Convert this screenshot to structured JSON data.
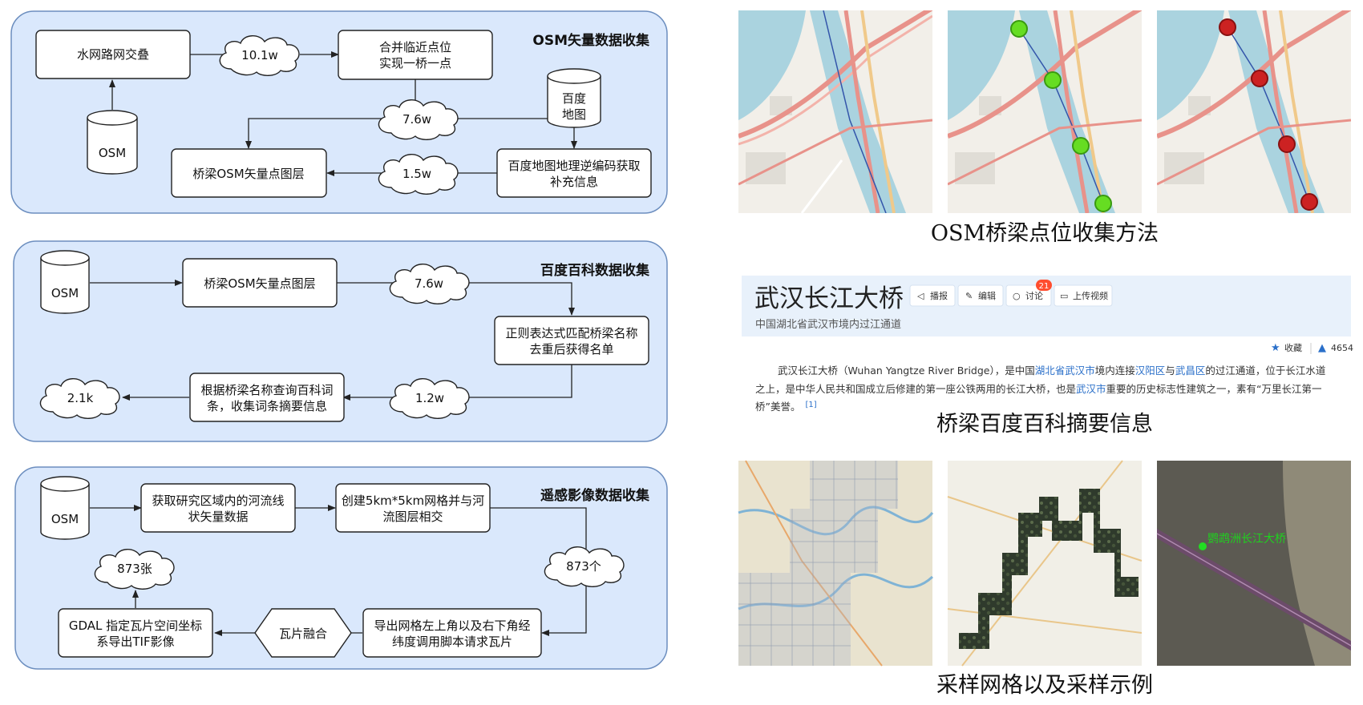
{
  "panels": {
    "osm": {
      "title": "OSM矢量数据收集",
      "n_overlay": "水网路网交叠",
      "c_10w": "10.1w",
      "n_merge_1": "合并临近点位",
      "n_merge_2": "实现一桥一点",
      "db_osm": "OSM",
      "db_baidu_1": "百度",
      "db_baidu_2": "地图",
      "c_76w": "7.6w",
      "n_layer": "桥梁OSM矢量点图层",
      "c_15w": "1.5w",
      "n_geocode_1": "百度地图地理逆编码获取",
      "n_geocode_2": "补充信息"
    },
    "baike": {
      "title": "百度百科数据收集",
      "db_osm": "OSM",
      "n_layer": "桥梁OSM矢量点图层",
      "c_76w": "7.6w",
      "n_regex_1": "正则表达式匹配桥梁名称",
      "n_regex_2": "去重后获得名单",
      "c_21k": "2.1k",
      "n_query_1": "根据桥梁名称查询百科词",
      "n_query_2": "条，收集词条摘要信息",
      "c_12w": "1.2w"
    },
    "rs": {
      "title": "遥感影像数据收集",
      "db_osm": "OSM",
      "n_river_1": "获取研究区域内的河流线",
      "n_river_2": "状矢量数据",
      "n_grid_1": "创建5km*5km网格并与河",
      "n_grid_2": "流图层相交",
      "c_873zhang": "873张",
      "c_873ge": "873个",
      "n_gdal_1": "GDAL 指定瓦片空间坐标",
      "n_gdal_2": "系导出TIF影像",
      "n_fuse": "瓦片融合",
      "n_export_1": "导出网格左上角以及右下角经",
      "n_export_2": "纬度调用脚本请求瓦片"
    }
  },
  "right": {
    "caption_osm": "OSM桥梁点位收集方法",
    "caption_baike": "桥梁百度百科摘要信息",
    "caption_grid": "采样网格以及采样示例",
    "baike": {
      "title": "武汉长江大桥",
      "btn_report": "播报",
      "btn_edit": "编辑",
      "btn_discuss": "讨论",
      "discuss_count": "21",
      "btn_upload": "上传视频",
      "subtitle": "中国湖北省武汉市境内过江通道",
      "collect": "收藏",
      "likes": "4654",
      "p1_a": "武汉长江大桥（Wuhan Yangtze River Bridge），是中国",
      "p1_link1": "湖北省",
      "p1_link2": "武汉市",
      "p1_b": "境内连接",
      "p1_link3": "汉阳区",
      "p1_c": "与",
      "p1_link4": "武昌区",
      "p1_d": "的过江通道，位于长江水道",
      "p2_a": "之上，是中华人民共和国成立后修建的第一座公铁两用的长江大桥，也是",
      "p2_link": "武汉市",
      "p2_b": "重要的历史标志性建筑之一，素有“万里长江第一",
      "p3_a": "桥”美誉。",
      "p3_ref": "[1]"
    },
    "sat_label": "鹦鹉洲长江大桥"
  },
  "colors": {
    "panel_fill": "#dae8fc",
    "panel_stroke": "#6c8ebf",
    "marker_green": "#66dd22",
    "marker_red": "#cc2222",
    "baike_band": "#e8f1fb",
    "link_blue": "#2a6fc9"
  }
}
